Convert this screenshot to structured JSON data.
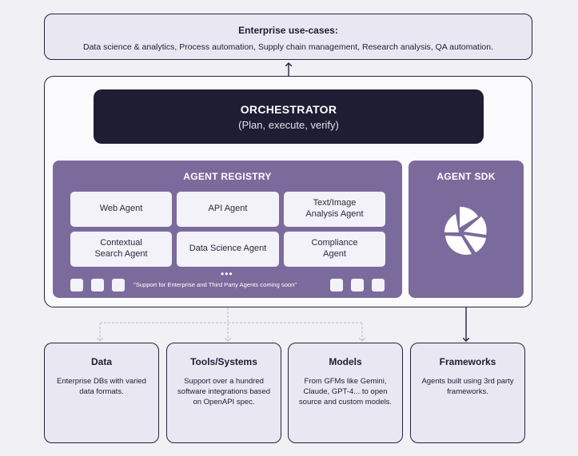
{
  "enterprise": {
    "title": "Enterprise use-cases:",
    "subtitle": "Data science & analytics, Process automation, Supply chain management, Research analysis, QA automation."
  },
  "orchestrator": {
    "title": "ORCHESTRATOR",
    "subtitle": "(Plan, execute, verify)"
  },
  "registry": {
    "title": "AGENT REGISTRY",
    "agents": [
      "Web Agent",
      "API Agent",
      "Text/Image Analysis Agent",
      "Contextual Search Agent",
      "Data Science Agent",
      "Compliance Agent"
    ],
    "more": "•••",
    "support_note": "\"Support for Enterprise and Third Party Agents coming soon\""
  },
  "sdk": {
    "title": "AGENT SDK",
    "icon": "pie-logo-icon"
  },
  "bottom": [
    {
      "title": "Data",
      "desc": "Enterprise DBs with varied data formats."
    },
    {
      "title": "Tools/Systems",
      "desc": "Support over a hundred software integrations based on OpenAPI spec."
    },
    {
      "title": "Models",
      "desc": "From GFMs like Gemini, Claude, GPT-4... to open source and custom models."
    },
    {
      "title": "Frameworks",
      "desc": "Agents built using 3rd party frameworks."
    }
  ],
  "colors": {
    "background": "#f1f0f5",
    "dark": "#1f1d33",
    "purple": "#7b6b9c",
    "card": "#e9e7f2"
  }
}
